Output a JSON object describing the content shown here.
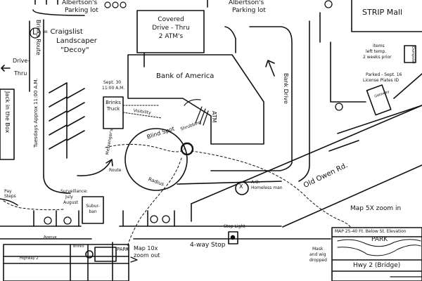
{
  "colors": {
    "ink": "#111111",
    "paper": "#ffffff"
  },
  "labels": {
    "albertsons_top_left": "Albertson's",
    "parking_lot_top_left": "Parking lot",
    "albertsons_top_right": "Albertson's",
    "parking_lot_top_right": "Parking lot",
    "strip_mall": "STRIP Mall",
    "covered": "Covered",
    "drive_thru_top": "Drive - Thru",
    "atms": "2 ATM's",
    "bank": "Bank of America",
    "bank_drive": "Bank Drive",
    "old_owen": "Old Owen Rd.",
    "brinks_route": "Brinks Route",
    "drive_thru_left_a": "Drive-",
    "drive_thru_left_b": "Thru",
    "tuesdays": "Tuesdays Approx 11:00 A.M.",
    "jack_in_box": "Jack in the Box",
    "legend_line1": "= Craigslist",
    "legend_line2": "Landscaper",
    "legend_line3": "\"Decoy\"",
    "legend_symbol": "L",
    "sept30_line1": "Sept. 30",
    "sept30_line2": "11:00 A.M.",
    "brinks_truck_line1": "Brinks",
    "brinks_truck_line2": "Truck",
    "visibility": "Visibility",
    "blind_spot": "Blind Spot",
    "shrubbing": "Shrubbing",
    "atm": "ATM",
    "messengers_route_a": "Messenger's",
    "messengers_route_b": "Route",
    "radius": "Radius",
    "ao_line1": "A.O.",
    "ao_line2": "Homeless man",
    "ao_symbol": "X",
    "items_line1": "items",
    "items_line2": "left temp.",
    "items_line3": "2 weeks prior",
    "dumpster": "Dumpster",
    "parked_line1": "Parked - Sept. 16",
    "parked_line2": "License Plates ID",
    "getaway": "Getaway",
    "pay_steps_a": "Pay",
    "pay_steps_b": "Steps",
    "surveillance_line1": "Surveillance:",
    "surveillance_line2": "July",
    "surveillance_line3": "August",
    "suburban_line1": "Subur-",
    "suburban_line2": "ban",
    "stop_light": "Stop Light",
    "four_way_stop": "4-way Stop",
    "map5x": "Map 5X zoom in",
    "map_elev": "MAP 25-40 Ft. Below St. Elevation",
    "park_inset": "PARK",
    "mask_line1": "Mask",
    "mask_line2": "and wig",
    "mask_line3": "dropped",
    "hwy2": "Hwy 2 (Bridge)",
    "map10x_line1": "Map 10x",
    "map10x_line2": "zoom out",
    "park_small": "PARK",
    "brinks_small": "Brinks",
    "highway2_small": "Highway 2",
    "avenue_small": "Avenue"
  }
}
